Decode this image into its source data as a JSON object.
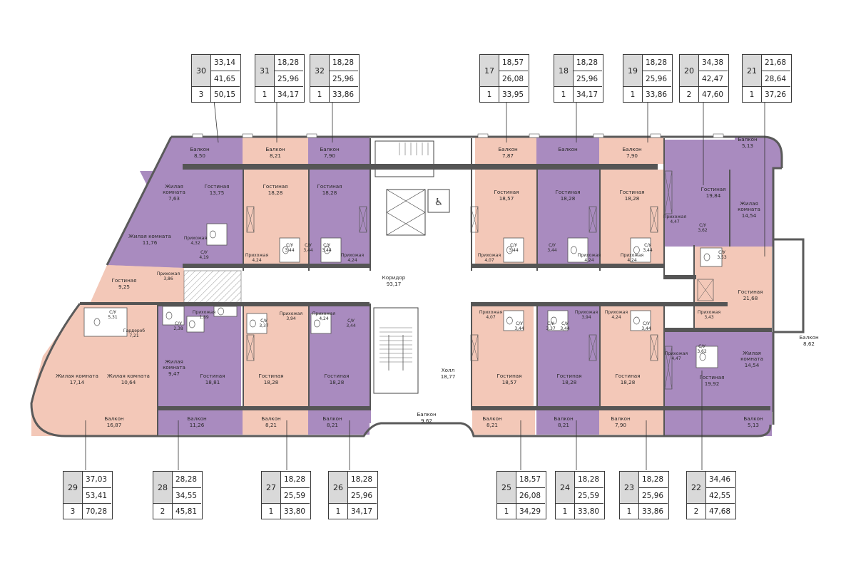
{
  "colors": {
    "purple": "#a98bbf",
    "pink": "#f3c8b8",
    "white": "#ffffff",
    "wall": "#4a4a4a",
    "infobox_num_bg": "#d9d9d9"
  },
  "apartments": [
    {
      "number": "30",
      "rooms": "3",
      "living": "33,14",
      "area": "41,65",
      "total": "50,15"
    },
    {
      "number": "31",
      "rooms": "1",
      "living": "18,28",
      "area": "25,96",
      "total": "34,17"
    },
    {
      "number": "32",
      "rooms": "1",
      "living": "18,28",
      "area": "25,96",
      "total": "33,86"
    },
    {
      "number": "17",
      "rooms": "1",
      "living": "18,57",
      "area": "26,08",
      "total": "33,95"
    },
    {
      "number": "18",
      "rooms": "1",
      "living": "18,28",
      "area": "25,96",
      "total": "34,17"
    },
    {
      "number": "19",
      "rooms": "1",
      "living": "18,28",
      "area": "25,96",
      "total": "33,86"
    },
    {
      "number": "20",
      "rooms": "2",
      "living": "34,38",
      "area": "42,47",
      "total": "47,60"
    },
    {
      "number": "21",
      "rooms": "1",
      "living": "21,68",
      "area": "28,64",
      "total": "37,26"
    },
    {
      "number": "29",
      "rooms": "3",
      "living": "37,03",
      "area": "53,41",
      "total": "70,28"
    },
    {
      "number": "28",
      "rooms": "2",
      "living": "28,28",
      "area": "34,55",
      "total": "45,81"
    },
    {
      "number": "27",
      "rooms": "1",
      "living": "18,28",
      "area": "25,59",
      "total": "33,80"
    },
    {
      "number": "26",
      "rooms": "1",
      "living": "18,28",
      "area": "25,96",
      "total": "34,17"
    },
    {
      "number": "25",
      "rooms": "1",
      "living": "18,57",
      "area": "26,08",
      "total": "34,29"
    },
    {
      "number": "24",
      "rooms": "1",
      "living": "18,28",
      "area": "25,59",
      "total": "33,80"
    },
    {
      "number": "23",
      "rooms": "1",
      "living": "18,28",
      "area": "25,96",
      "total": "33,86"
    },
    {
      "number": "22",
      "rooms": "2",
      "living": "34,46",
      "area": "42,55",
      "total": "47,68"
    }
  ],
  "room_labels": [
    {
      "name": "Балкон",
      "area": "8,50"
    },
    {
      "name": "Балкон",
      "area": "8,21"
    },
    {
      "name": "Балкон",
      "area": "7,90"
    },
    {
      "name": "Балкон",
      "area": "7,87"
    },
    {
      "name": "Балкон",
      "area": ""
    },
    {
      "name": "Балкон",
      "area": "7,90"
    },
    {
      "name": "Балкон",
      "area": "5,13"
    },
    {
      "name": "Жилая комната",
      "area": "7,63"
    },
    {
      "name": "Гостиная",
      "area": "13,75"
    },
    {
      "name": "Гостиная",
      "area": "18,28"
    },
    {
      "name": "Гостиная",
      "area": "18,28"
    },
    {
      "name": "Гостиная",
      "area": "18,57"
    },
    {
      "name": "Гостиная",
      "area": "18,28"
    },
    {
      "name": "Гостиная",
      "area": "18,28"
    },
    {
      "name": "Гостиная",
      "area": "19,84"
    },
    {
      "name": "Жилая комната",
      "area": "14,54"
    },
    {
      "name": "Прихожая",
      "area": "4,47"
    },
    {
      "name": "С/У",
      "area": "3,62"
    },
    {
      "name": "Жилая комната",
      "area": "11,76"
    },
    {
      "name": "Прихожая",
      "area": "4,32"
    },
    {
      "name": "С/У",
      "area": "4,19"
    },
    {
      "name": "Прихожая",
      "area": "4,24"
    },
    {
      "name": "С/У",
      "area": "3,44"
    },
    {
      "name": "С/У",
      "area": "3,44"
    },
    {
      "name": "Прихожая",
      "area": "4,24"
    },
    {
      "name": "Прихожая",
      "area": "4,07"
    },
    {
      "name": "С/У",
      "area": "3,44"
    },
    {
      "name": "С/У",
      "area": "3,44"
    },
    {
      "name": "Прихожая",
      "area": "4,24"
    },
    {
      "name": "С/У",
      "area": "3,44"
    },
    {
      "name": "Прихожая",
      "area": "4,24"
    },
    {
      "name": "С/У",
      "area": "3,53"
    },
    {
      "name": "Гостиная",
      "area": "9,25"
    },
    {
      "name": "Прихожая",
      "area": "3,86"
    },
    {
      "name": "Коридор",
      "area": "93,17"
    },
    {
      "name": "Гостиная",
      "area": "21,68"
    },
    {
      "name": "С/У",
      "area": "5,31"
    },
    {
      "name": "Гардероб",
      "area": "7,21"
    },
    {
      "name": "Прихожая",
      "area": "1,89"
    },
    {
      "name": "С/У",
      "area": "2,38"
    },
    {
      "name": "С/У",
      "area": "3,37"
    },
    {
      "name": "Прихожая",
      "area": "3,94"
    },
    {
      "name": "Прихожая",
      "area": "4,24"
    },
    {
      "name": "С/У",
      "area": "3,44"
    },
    {
      "name": "Прихожая",
      "area": "4,07"
    },
    {
      "name": "С/У",
      "area": "3,44"
    },
    {
      "name": "С/У",
      "area": "3,37"
    },
    {
      "name": "Прихожая",
      "area": "3,94"
    },
    {
      "name": "Прихожая",
      "area": "4,24"
    },
    {
      "name": "С/У",
      "area": "3,44"
    },
    {
      "name": "Прихожая",
      "area": "3,43"
    },
    {
      "name": "Балкон",
      "area": "8,62"
    },
    {
      "name": "Прихожая",
      "area": "4,47"
    },
    {
      "name": "С/У",
      "area": "3,62"
    },
    {
      "name": "Жилая комната",
      "area": "14,54"
    },
    {
      "name": "Жилая комната",
      "area": "17,14"
    },
    {
      "name": "Жилая комната",
      "area": "10,64"
    },
    {
      "name": "Жилая комната",
      "area": "9,47"
    },
    {
      "name": "Гостиная",
      "area": "18,81"
    },
    {
      "name": "Гостиная",
      "area": "18,28"
    },
    {
      "name": "Гостиная",
      "area": "18,28"
    },
    {
      "name": "Холл",
      "area": "18,77"
    },
    {
      "name": "Гостиная",
      "area": "18,57"
    },
    {
      "name": "Гостиная",
      "area": "18,28"
    },
    {
      "name": "Гостиная",
      "area": "18,28"
    },
    {
      "name": "Гостиная",
      "area": "19,92"
    },
    {
      "name": "Балкон",
      "area": "16,87"
    },
    {
      "name": "Балкон",
      "area": "11,26"
    },
    {
      "name": "Балкон",
      "area": "8,21"
    },
    {
      "name": "Балкон",
      "area": "8,21"
    },
    {
      "name": "Балкон",
      "area": "9,62"
    },
    {
      "name": "Балкон",
      "area": "8,21"
    },
    {
      "name": "Балкон",
      "area": "8,21"
    },
    {
      "name": "Балкон",
      "area": "7,90"
    },
    {
      "name": "Балкон",
      "area": "5,13"
    },
    {
      "name": "С/У",
      "area": "3,44"
    },
    {
      "name": "С/У",
      "area": "3,44"
    }
  ]
}
